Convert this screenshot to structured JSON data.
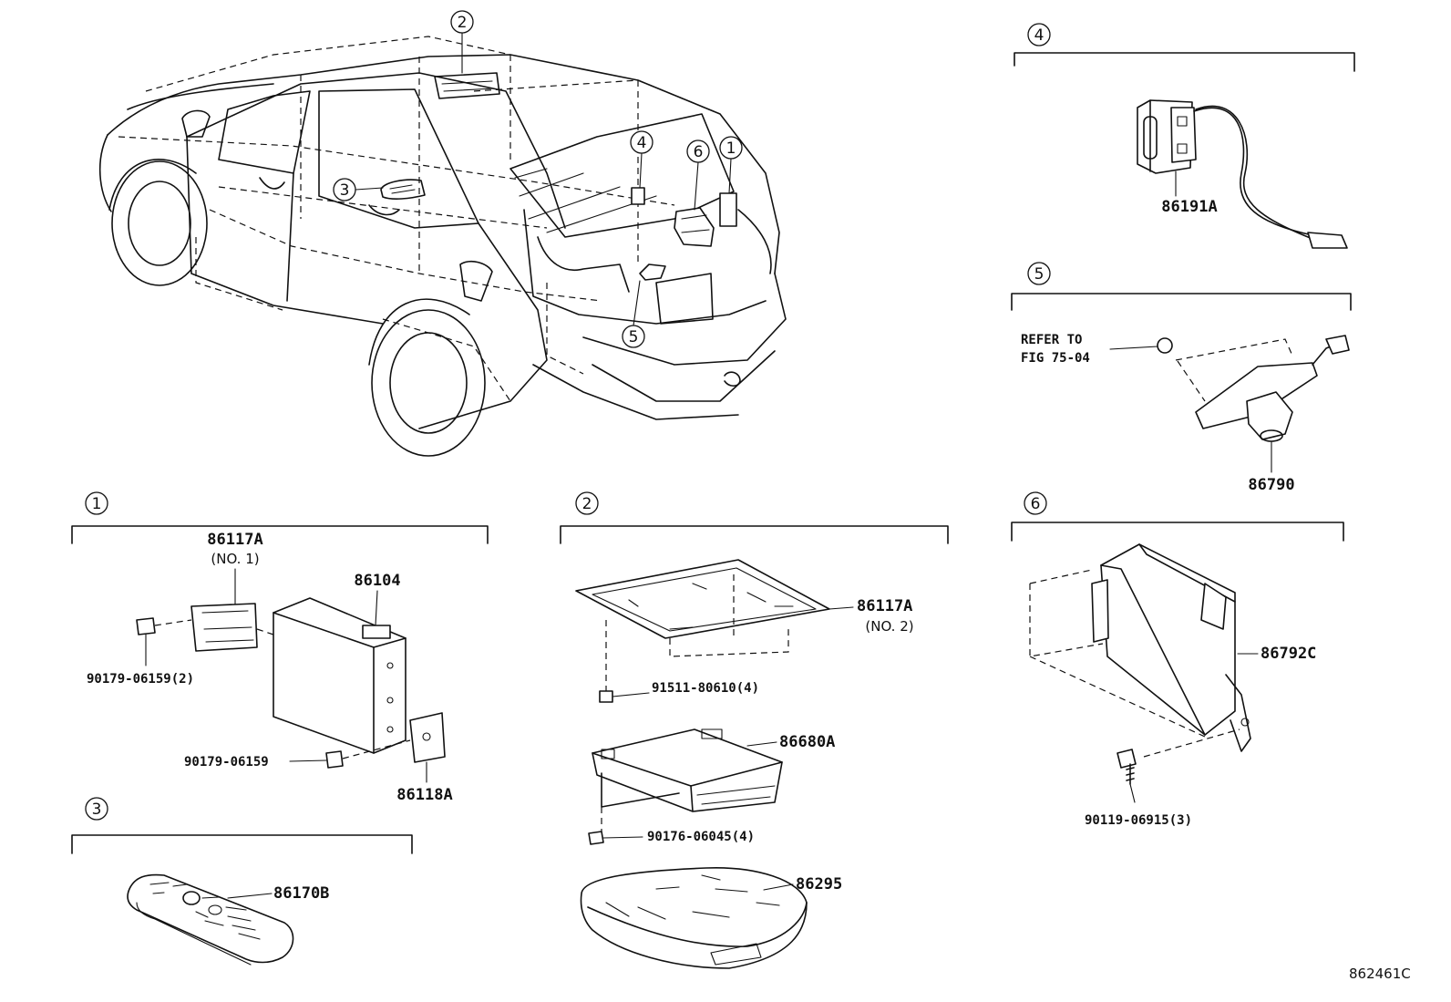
{
  "callout_numbers": [
    "1",
    "2",
    "3",
    "4",
    "5",
    "6"
  ],
  "figure_code": "862461C",
  "group1": {
    "number": "1",
    "bracket_part": "86117A",
    "bracket_note": "(NO. 1)",
    "module_part": "86104",
    "nut_part_a": "90179-06159(2)",
    "nut_part_b": "90179-06159",
    "bracket2_part": "86118A"
  },
  "group2": {
    "number": "2",
    "bracket_part": "86117A",
    "bracket_note": "(NO. 2)",
    "bolt_part": "91511-80610(4)",
    "display_part": "86680A",
    "nut_part": "90176-06045(4)",
    "housing_part": "86295"
  },
  "group3": {
    "number": "3",
    "remote_part": "86170B"
  },
  "group4": {
    "number": "4",
    "jack_part": "86191A"
  },
  "group5": {
    "number": "5",
    "refer_line1": "REFER TO",
    "refer_line2": "FIG 75-04",
    "camera_part": "86790"
  },
  "group6": {
    "number": "6",
    "module_part": "86792C",
    "bolt_part": "90119-06915(3)"
  }
}
